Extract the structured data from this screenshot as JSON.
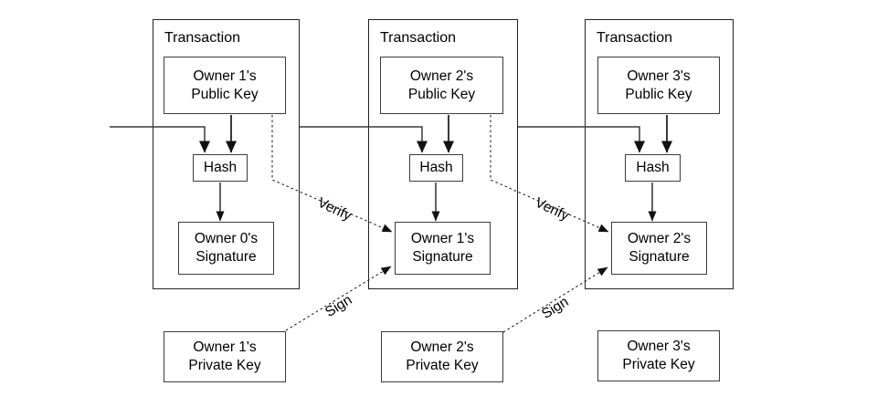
{
  "diagram": {
    "transactions": [
      {
        "title": "Transaction",
        "public_key": "Owner 1's\nPublic Key",
        "hash": "Hash",
        "signature": "Owner 0's\nSignature"
      },
      {
        "title": "Transaction",
        "public_key": "Owner 2's\nPublic Key",
        "hash": "Hash",
        "signature": "Owner 1's\nSignature"
      },
      {
        "title": "Transaction",
        "public_key": "Owner 3's\nPublic Key",
        "hash": "Hash",
        "signature": "Owner 2's\nSignature"
      }
    ],
    "private_keys": [
      {
        "label": "Owner 1's\nPrivate Key"
      },
      {
        "label": "Owner 2's\nPrivate Key"
      },
      {
        "label": "Owner 3's\nPrivate Key"
      }
    ],
    "edge_labels": {
      "verify": "Verify",
      "sign": "Sign"
    },
    "colors": {
      "background": "#ffffff",
      "line": "#3a3a3a",
      "box_border": "#222222",
      "text": "#000000"
    }
  }
}
